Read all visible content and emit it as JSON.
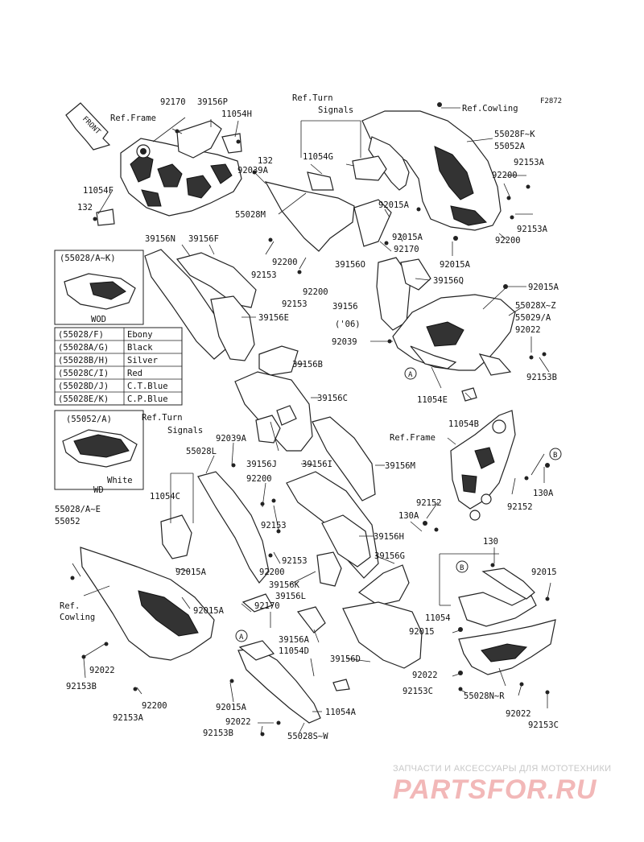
{
  "figure_code": "F2872",
  "front_arrow": "FRONT",
  "circle_markers": [
    "A",
    "B"
  ],
  "labels": {
    "ref_frame_top": "Ref.Frame",
    "ref_frame_mid": "Ref.Frame",
    "ref_turn_signals_top_1": "Ref.Turn",
    "ref_turn_signals_top_2": "Signals",
    "ref_turn_signals_mid_1": "Ref.Turn",
    "ref_turn_signals_mid_2": "Signals",
    "ref_cowling_top": "Ref.Cowling",
    "ref_cowling_left_1": "Ref.",
    "ref_cowling_left_2": "Cowling",
    "p92170_a": "92170",
    "p39156P": "39156P",
    "p11054H": "11054H",
    "p132_a": "132",
    "p92039A_a": "92039A",
    "p11054F": "11054F",
    "p132_b": "132",
    "p55028M": "55028M",
    "p11054G": "11054G",
    "p92015A_a": "92015A",
    "p92015A_b": "92015A",
    "p92170_b": "92170",
    "p39156O": "39156O",
    "p39156Q": "39156Q",
    "p92015A_c": "92015A",
    "p92015A_d": "92015A",
    "p55028FK": "55028F~K",
    "p55052A": "55052A",
    "p92153A_a": "92153A",
    "p92200_a": "92200",
    "p92153A_b": "92153A",
    "p92200_b": "92200",
    "p39156N": "39156N",
    "p39156F": "39156F",
    "p92200_c": "92200",
    "p92153_a": "92153",
    "p92200_d": "92200",
    "p92153_b": "92153",
    "p39156_06": "39156",
    "p06": "('06)",
    "p39156E": "39156E",
    "p92039": "92039",
    "p55028XZ": "55028X~Z",
    "p55029A": "55029/A",
    "p92022_a": "92022",
    "p92153B_a": "92153B",
    "p11054E": "11054E",
    "p11054B": "11054B",
    "p39156B": "39156B",
    "p39156C": "39156C",
    "p92039A_b": "92039A",
    "p55028L": "55028L",
    "p39156J": "39156J",
    "p39156I": "39156I",
    "p39156M": "39156M",
    "p92200_e": "92200",
    "p11054C": "11054C",
    "p92153_c": "92153",
    "p55028AE": "55028/A~E",
    "p55052": "55052",
    "p92200_f": "92200",
    "p92153_d": "92153",
    "p92015A_e": "92015A",
    "p39156K": "39156K",
    "p39156L": "39156L",
    "p39156H": "39156H",
    "p39156G": "39156G",
    "p92015A_f": "92015A",
    "p92170_c": "92170",
    "p39156A": "39156A",
    "p11054D": "11054D",
    "p92022_b": "92022",
    "p92153B_b": "92153B",
    "p92200_g": "92200",
    "p92153A_c": "92153A",
    "p92015A_g": "92015A",
    "p92022_c": "92022",
    "p92153B_c": "92153B",
    "p55028SW": "55028S~W",
    "p11054A": "11054A",
    "p39156D": "39156D",
    "p130A_a": "130A",
    "p92152_a": "92152",
    "p92152_b": "92152",
    "p130A_b": "130A",
    "p130": "130",
    "p92015_a": "92015",
    "p11054": "11054",
    "p92015_b": "92015",
    "p92022_d": "92022",
    "p92153C_a": "92153C",
    "p55028NR": "55028N~R",
    "p92022_e": "92022",
    "p92153C_b": "92153C"
  },
  "inset_top": {
    "header": "(55028/A~K)",
    "variant": "WOD",
    "colors": [
      [
        "(55028/F)",
        "Ebony"
      ],
      [
        "(55028A/G)",
        "Black"
      ],
      [
        "(55028B/H)",
        "Silver"
      ],
      [
        "(55028C/I)",
        "Red"
      ],
      [
        "(55028D/J)",
        "C.T.Blue"
      ],
      [
        "(55028E/K)",
        "C.P.Blue"
      ]
    ]
  },
  "inset_bottom": {
    "header": "(55052/A)",
    "color": "White",
    "variant": "WD"
  },
  "watermark": {
    "line1": "ЗАПЧАСТИ И АКСЕССУАРЫ ДЛЯ МОТОТЕХНИКИ",
    "line2": "PARTSFOR.RU"
  }
}
